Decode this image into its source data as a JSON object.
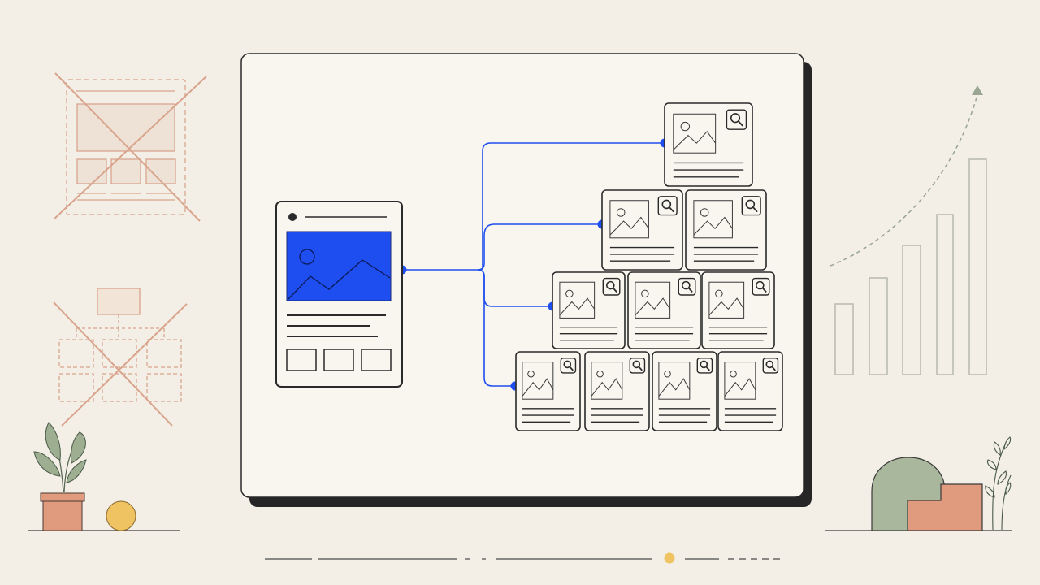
{
  "colors": {
    "background": "#f3efe7",
    "card": "#f8f6ef",
    "ink": "#2a2a2a",
    "accent_blue": "#1f4ef0",
    "muted_orange": "#d9a48c",
    "chart_gray": "#b8b8ac",
    "sage_green": "#a9b89c",
    "terracotta": "#e09a7e",
    "mustard": "#efc262",
    "plant_leaf": "#9eae90"
  },
  "icons": {
    "source_page": "page-wireframe-icon",
    "target_page": "page-wireframe-icon",
    "search": "magnifier-icon",
    "crossed_layout": "crossed-out-layout-icon",
    "crossed_tree": "crossed-out-tree-icon",
    "growth_chart": "rising-bar-chart-icon",
    "plant": "potted-plant-icon"
  },
  "diagram": {
    "connected_rows": 4,
    "page_grid_rows": [
      1,
      2,
      3,
      4
    ]
  }
}
